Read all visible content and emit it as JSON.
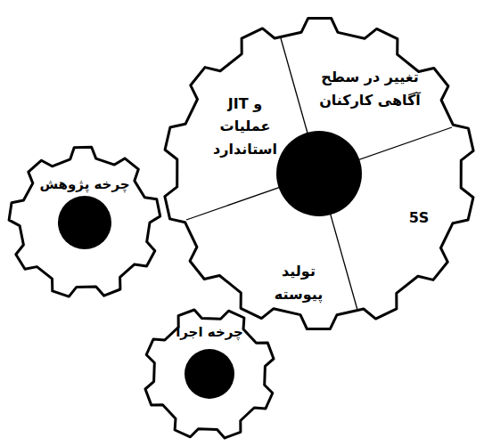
{
  "diagram": {
    "nodes": [
      {
        "text": [
          "تغییر در سطح آگاهی کارکنان",
          "JIT و عملیات استاندارد",
          "5S",
          "تولید پیوسته"
        ]
      },
      {
        "text": [
          "چرخه پژوهش"
        ]
      },
      {
        "text": [
          "چرخه اجرا"
        ]
      }
    ]
  }
}
